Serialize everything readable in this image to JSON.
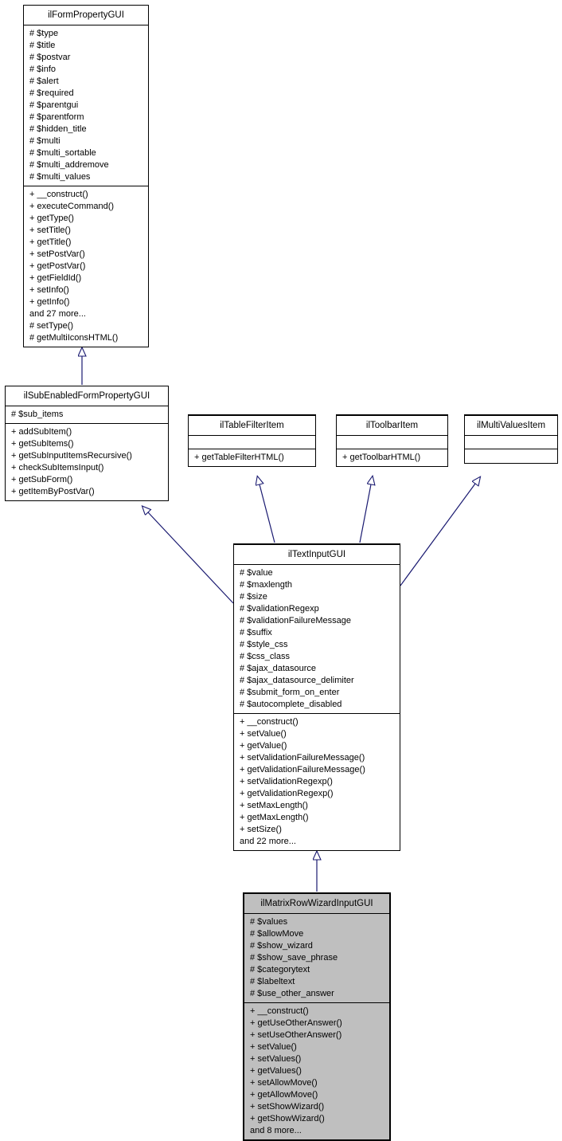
{
  "diagram": {
    "type": "uml-class-inheritance-diagram",
    "colors": {
      "arrow": "#191970",
      "node_fill": "#ffffff",
      "highlight_fill": "#bfbfbf",
      "border": "#000000"
    },
    "classes": [
      {
        "title": "ilFormPropertyGUI",
        "attributes": [
          "# $type",
          "# $title",
          "# $postvar",
          "# $info",
          "# $alert",
          "# $required",
          "# $parentgui",
          "# $parentform",
          "# $hidden_title",
          "# $multi",
          "# $multi_sortable",
          "# $multi_addremove",
          "# $multi_values"
        ],
        "methods": [
          "+ __construct()",
          "+ executeCommand()",
          "+ getType()",
          "+ setTitle()",
          "+ getTitle()",
          "+ setPostVar()",
          "+ getPostVar()",
          "+ getFieldId()",
          "+ setInfo()",
          "+ getInfo()",
          "and 27 more...",
          "# setType()",
          "# getMultiIconsHTML()"
        ]
      },
      {
        "title": "ilSubEnabledFormPropertyGUI",
        "attributes": [
          "# $sub_items"
        ],
        "methods": [
          "+ addSubItem()",
          "+ getSubItems()",
          "+ getSubInputItemsRecursive()",
          "+ checkSubItemsInput()",
          "+ getSubForm()",
          "+ getItemByPostVar()"
        ]
      },
      {
        "title": "ilTableFilterItem",
        "attributes": [],
        "methods": [
          "+ getTableFilterHTML()"
        ]
      },
      {
        "title": "ilToolbarItem",
        "attributes": [],
        "methods": [
          "+ getToolbarHTML()"
        ]
      },
      {
        "title": "ilMultiValuesItem",
        "attributes": [],
        "methods": []
      },
      {
        "title": "ilTextInputGUI",
        "attributes": [
          "# $value",
          "# $maxlength",
          "# $size",
          "# $validationRegexp",
          "# $validationFailureMessage",
          "# $suffix",
          "# $style_css",
          "# $css_class",
          "# $ajax_datasource",
          "# $ajax_datasource_delimiter",
          "# $submit_form_on_enter",
          "# $autocomplete_disabled"
        ],
        "methods": [
          "+ __construct()",
          "+ setValue()",
          "+ getValue()",
          "+ setValidationFailureMessage()",
          "+ getValidationFailureMessage()",
          "+ setValidationRegexp()",
          "+ getValidationRegexp()",
          "+ setMaxLength()",
          "+ getMaxLength()",
          "+ setSize()",
          "and 22 more..."
        ]
      },
      {
        "title": "ilMatrixRowWizardInputGUI",
        "attributes": [
          "# $values",
          "# $allowMove",
          "# $show_wizard",
          "# $show_save_phrase",
          "# $categorytext",
          "# $labeltext",
          "# $use_other_answer"
        ],
        "methods": [
          "+ __construct()",
          "+ getUseOtherAnswer()",
          "+ setUseOtherAnswer()",
          "+ setValue()",
          "+ setValues()",
          "+ getValues()",
          "+ setAllowMove()",
          "+ getAllowMove()",
          "+ setShowWizard()",
          "+ getShowWizard()",
          "and 8 more..."
        ]
      }
    ],
    "edges": [
      {
        "child": "ilSubEnabledFormPropertyGUI",
        "parent": "ilFormPropertyGUI"
      },
      {
        "child": "ilTextInputGUI",
        "parent": "ilSubEnabledFormPropertyGUI"
      },
      {
        "child": "ilTextInputGUI",
        "parent": "ilTableFilterItem"
      },
      {
        "child": "ilTextInputGUI",
        "parent": "ilToolbarItem"
      },
      {
        "child": "ilTextInputGUI",
        "parent": "ilMultiValuesItem"
      },
      {
        "child": "ilMatrixRowWizardInputGUI",
        "parent": "ilTextInputGUI"
      }
    ]
  }
}
